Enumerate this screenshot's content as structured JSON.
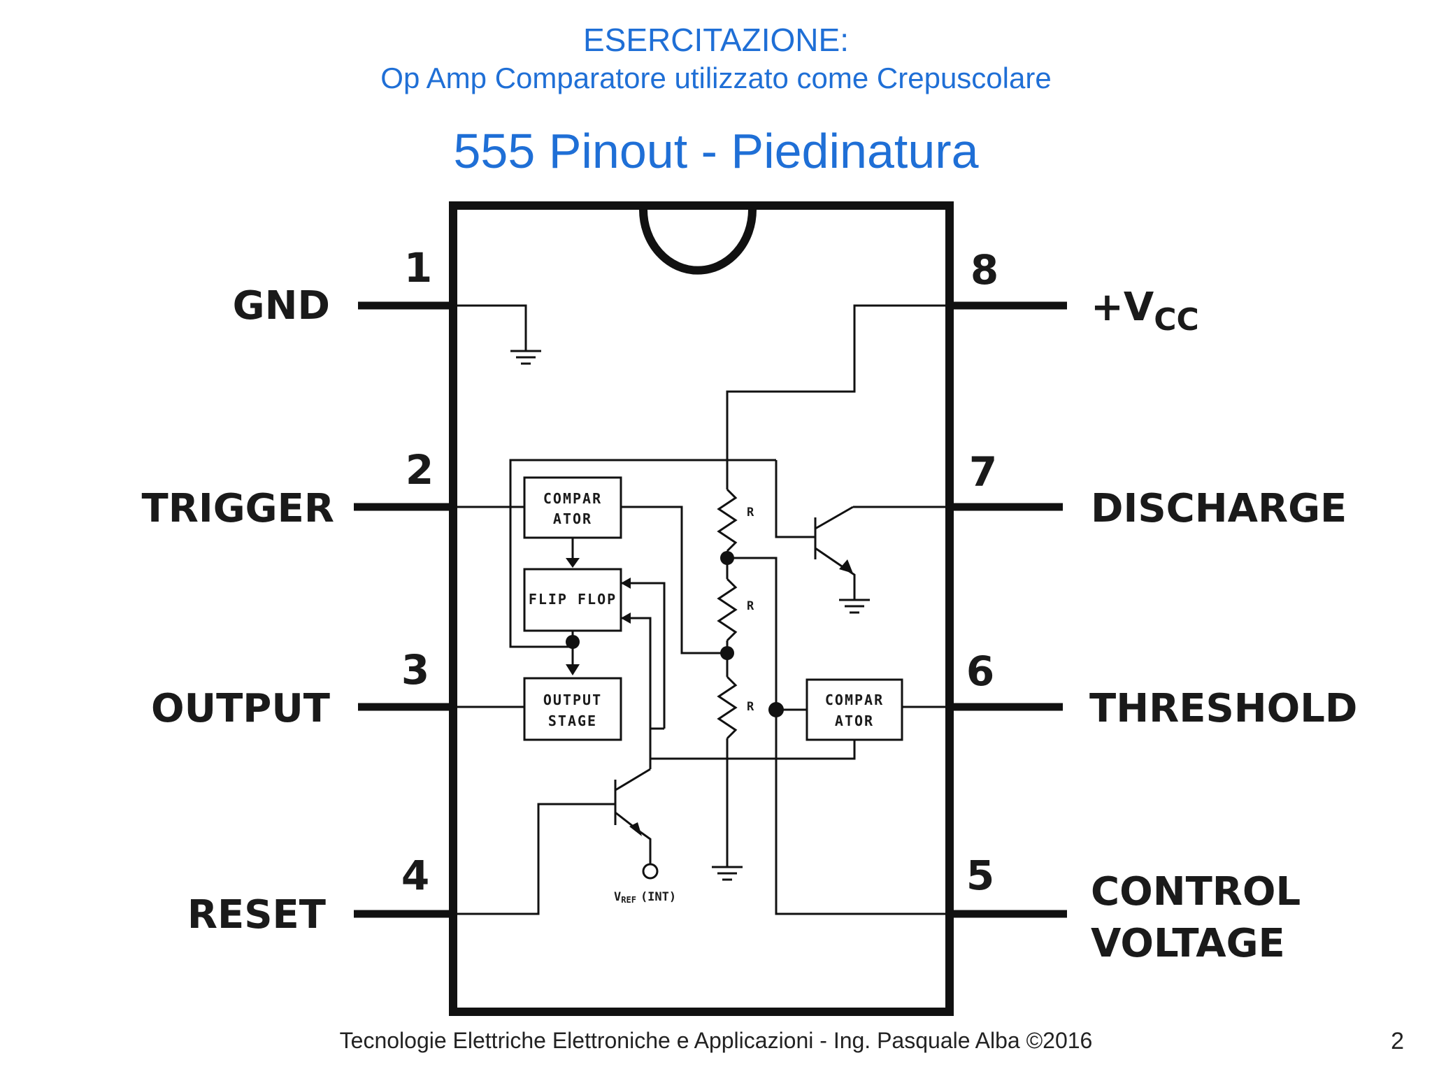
{
  "header": {
    "line1": "ESERCITAZIONE:",
    "line2": "Op Amp Comparatore utilizzato come Crepuscolare",
    "title": "555 Pinout - Piedinatura"
  },
  "pins": {
    "p1": {
      "number": "1",
      "name": "GND"
    },
    "p2": {
      "number": "2",
      "name": "TRIGGER"
    },
    "p3": {
      "number": "3",
      "name": "OUTPUT"
    },
    "p4": {
      "number": "4",
      "name": "RESET"
    },
    "p5": {
      "number": "5",
      "name_line1": "CONTROL",
      "name_line2": "VOLTAGE"
    },
    "p6": {
      "number": "6",
      "name": "THRESHOLD"
    },
    "p7": {
      "number": "7",
      "name": "DISCHARGE"
    },
    "p8": {
      "number": "8",
      "name_main": "+V",
      "name_sub": "CC"
    }
  },
  "blocks": {
    "comparator_top": {
      "line1": "COMPAR",
      "line2": "ATOR"
    },
    "flipflop": {
      "label": "FLIP FLOP"
    },
    "output_stage": {
      "line1": "OUTPUT",
      "line2": "STAGE"
    },
    "comparator_bottom": {
      "line1": "COMPAR",
      "line2": "ATOR"
    }
  },
  "resistors": {
    "r1": "R",
    "r2": "R",
    "r3": "R"
  },
  "vref": {
    "main": "V",
    "sub": "REF",
    "suffix": "(INT)"
  },
  "footer": {
    "text": "Tecnologie Elettriche Elettroniche e Applicazioni - Ing. Pasquale Alba ©2016"
  },
  "page_number": "2"
}
